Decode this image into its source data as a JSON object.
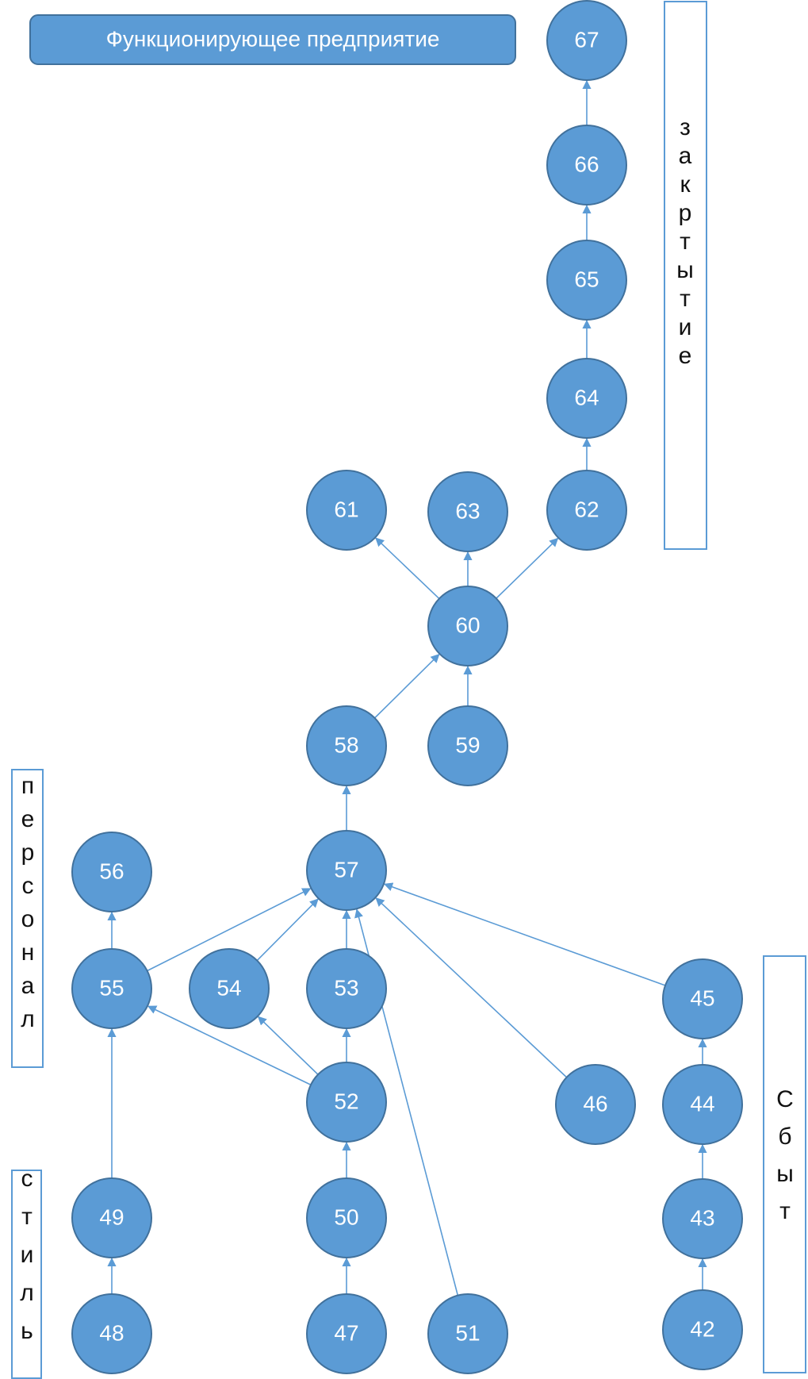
{
  "title": "Функционирующее предприятие",
  "colors": {
    "node_fill": "#5b9bd5",
    "node_stroke": "#41719c",
    "edge": "#5b9bd5",
    "frame": "#5b9bd5"
  },
  "nodes": [
    "67",
    "66",
    "65",
    "64",
    "62",
    "61",
    "63",
    "60",
    "58",
    "59",
    "57",
    "56",
    "55",
    "54",
    "53",
    "45",
    "52",
    "46",
    "44",
    "49",
    "50",
    "43",
    "48",
    "47",
    "51",
    "42"
  ],
  "edges": [
    [
      "66",
      "67"
    ],
    [
      "65",
      "66"
    ],
    [
      "64",
      "65"
    ],
    [
      "62",
      "64"
    ],
    [
      "60",
      "61"
    ],
    [
      "60",
      "63"
    ],
    [
      "60",
      "62"
    ],
    [
      "58",
      "60"
    ],
    [
      "59",
      "60"
    ],
    [
      "57",
      "58"
    ],
    [
      "55",
      "56"
    ],
    [
      "55",
      "57"
    ],
    [
      "54",
      "57"
    ],
    [
      "53",
      "57"
    ],
    [
      "51",
      "57"
    ],
    [
      "46",
      "57"
    ],
    [
      "45",
      "57"
    ],
    [
      "52",
      "55"
    ],
    [
      "52",
      "54"
    ],
    [
      "52",
      "53"
    ],
    [
      "49",
      "55"
    ],
    [
      "50",
      "52"
    ],
    [
      "47",
      "50"
    ],
    [
      "48",
      "49"
    ],
    [
      "44",
      "45"
    ],
    [
      "43",
      "44"
    ],
    [
      "42",
      "43"
    ]
  ],
  "side_labels": {
    "closing": "закртытие",
    "personnel": "персонал",
    "style": "стиль",
    "sales": "Сбыт"
  }
}
